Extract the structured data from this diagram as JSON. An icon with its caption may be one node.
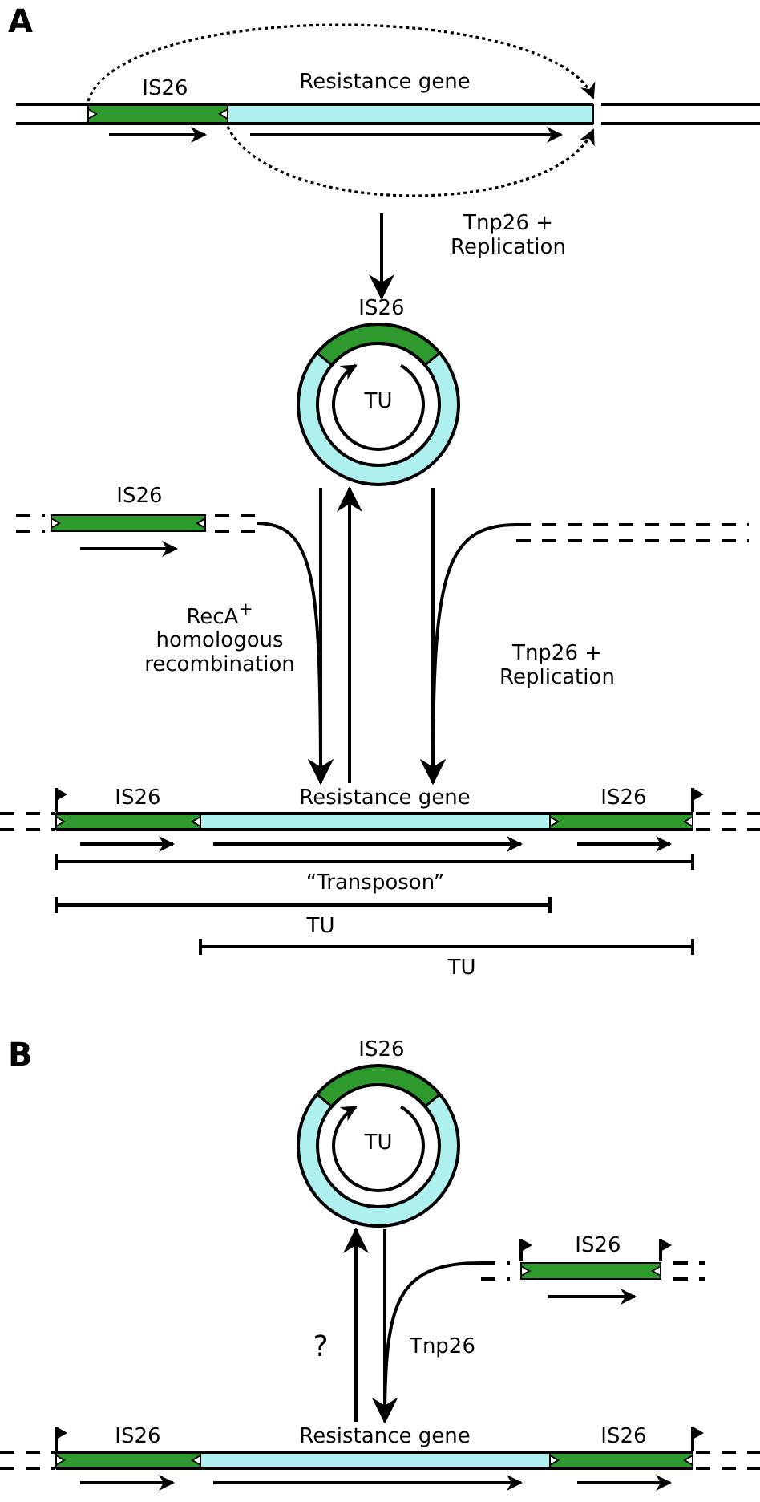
{
  "diagram": {
    "nodes": [
      {
        "text": [
          "IS26",
          "Resistance gene"
        ]
      },
      {
        "text": [
          "IS26",
          "TU"
        ]
      },
      {
        "text": [
          "IS26"
        ]
      },
      {
        "text": [],
        "shape": "bar"
      },
      {
        "text": [
          "IS26",
          "Resistance gene",
          "IS26"
        ]
      },
      {
        "text": [
          "IS26",
          "TU"
        ]
      },
      {
        "text": [
          "IS26"
        ]
      },
      {
        "text": [
          "IS26",
          "Resistance gene",
          "IS26"
        ]
      }
    ],
    "edges": [
      {
        "from": 0,
        "to": 1,
        "arrow": "to",
        "label": "Tnp26 + Replication"
      },
      {
        "from": 1,
        "to": 4,
        "arrow": "to",
        "label": "RecA$^{+}$ homologous recombination"
      },
      {
        "from": 2,
        "to": 4,
        "arrow": "to"
      },
      {
        "from": 4,
        "to": 1,
        "arrow": "to"
      },
      {
        "from": 1,
        "to": 4,
        "arrow": "to",
        "label": "Tnp26 + Replication"
      },
      {
        "from": 3,
        "to": 4,
        "arrow": "to"
      },
      {
        "from": 7,
        "to": 5,
        "arrow": "to",
        "label": "?"
      },
      {
        "from": 5,
        "to": 7,
        "arrow": "to",
        "label": "Tnp26"
      },
      {
        "from": 6,
        "to": 7,
        "arrow": "to"
      }
    ],
    "labels": [
      "A",
      "“Transposon”",
      "TU",
      "TU",
      "B"
    ]
  }
}
